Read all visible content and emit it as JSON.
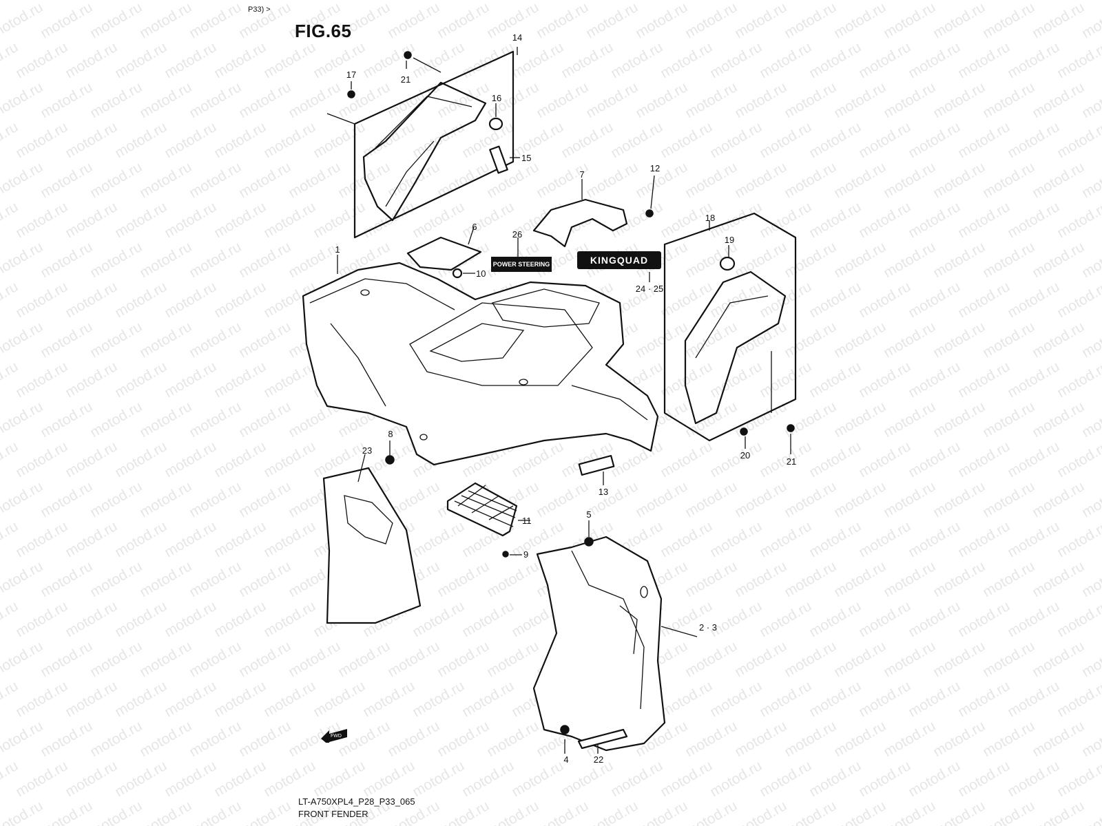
{
  "header": {
    "page_ref": "P33) >",
    "figure_title": "FIG.65"
  },
  "footer": {
    "model_code": "LT-A750XPL4_P28_P33_065",
    "section_title": "FRONT FENDER"
  },
  "watermark": {
    "text": "motod.ru",
    "color": "#e6e6e6"
  },
  "decals": {
    "power_steering": "POWER STEERING",
    "kingquad": "KINGQUAD"
  },
  "direction_marker": "FWD",
  "callouts": [
    {
      "id": "c1",
      "label": "1"
    },
    {
      "id": "c2",
      "label": "2 · 3"
    },
    {
      "id": "c4",
      "label": "4"
    },
    {
      "id": "c5",
      "label": "5"
    },
    {
      "id": "c6",
      "label": "6"
    },
    {
      "id": "c7",
      "label": "7"
    },
    {
      "id": "c8",
      "label": "8"
    },
    {
      "id": "c9",
      "label": "9"
    },
    {
      "id": "c10",
      "label": "10"
    },
    {
      "id": "c11",
      "label": "11"
    },
    {
      "id": "c12",
      "label": "12"
    },
    {
      "id": "c13",
      "label": "13"
    },
    {
      "id": "c14",
      "label": "14"
    },
    {
      "id": "c15",
      "label": "15"
    },
    {
      "id": "c16",
      "label": "16"
    },
    {
      "id": "c17",
      "label": "17"
    },
    {
      "id": "c18",
      "label": "18"
    },
    {
      "id": "c19",
      "label": "19"
    },
    {
      "id": "c20",
      "label": "20"
    },
    {
      "id": "c21a",
      "label": "21"
    },
    {
      "id": "c21b",
      "label": "21"
    },
    {
      "id": "c22",
      "label": "22"
    },
    {
      "id": "c23",
      "label": "23"
    },
    {
      "id": "c24",
      "label": "24 · 25"
    },
    {
      "id": "c26",
      "label": "26"
    }
  ]
}
